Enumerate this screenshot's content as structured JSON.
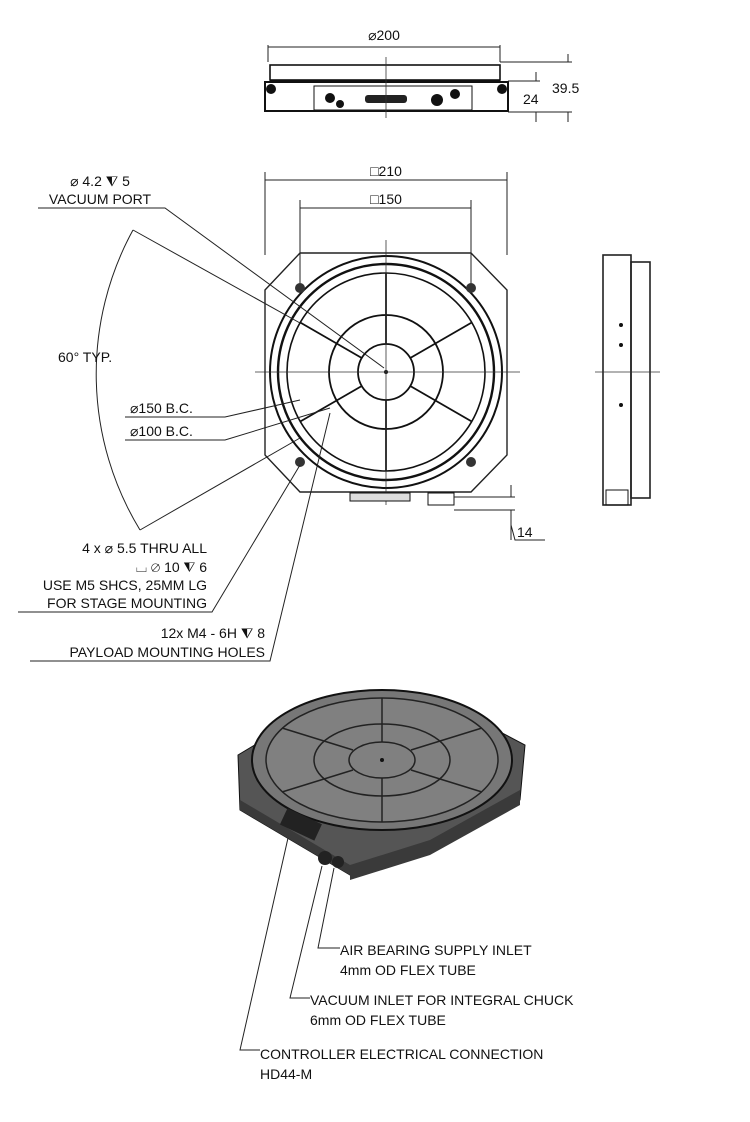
{
  "top_view": {
    "diameter": "⌀200",
    "height_total": "39.5",
    "height_base": "24"
  },
  "plan_view": {
    "square_outer": "□210",
    "square_inner": "□150",
    "vacuum_port_spec": "⌀ 4.2 ⧨ 5",
    "vacuum_port_label": "VACUUM PORT",
    "angle_label": "60° TYP.",
    "bc150": "⌀150 B.C.",
    "bc100": "⌀100 B.C.",
    "offset": "14"
  },
  "notes": {
    "mount_line1": "4 x ⌀ 5.5 THRU ALL",
    "mount_line2": "⌴ ⌀ 10 ⧨ 6",
    "mount_line3": "USE M5 SHCS, 25MM LG",
    "mount_line4": "FOR STAGE MOUNTING",
    "payload_line1": "12x M4 - 6H ⧨ 8",
    "payload_line2": "PAYLOAD MOUNTING HOLES"
  },
  "iso_callouts": {
    "air_line1": "AIR BEARING SUPPLY INLET",
    "air_line2": "4mm OD FLEX TUBE",
    "vac_line1": "VACUUM INLET FOR INTEGRAL CHUCK",
    "vac_line2": "6mm OD FLEX TUBE",
    "ctrl_line1": "CONTROLLER ELECTRICAL CONNECTION",
    "ctrl_line2": "HD44-M"
  }
}
